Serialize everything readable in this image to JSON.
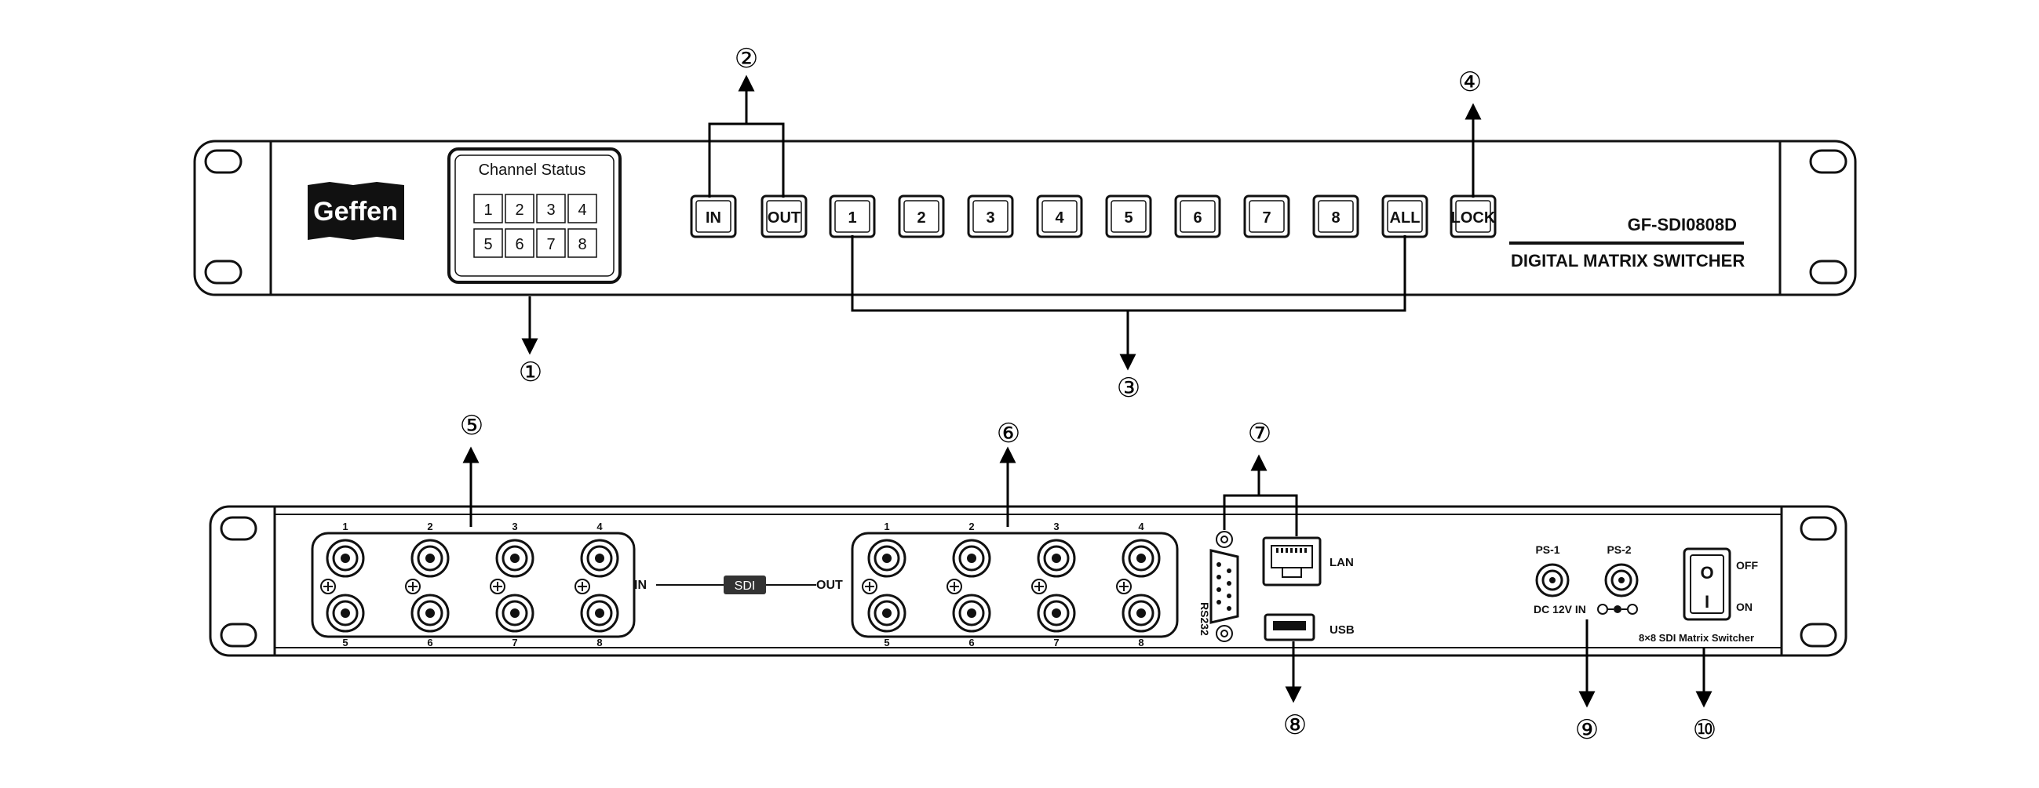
{
  "front_panel": {
    "logo": "Geffen",
    "channel_status": {
      "title": "Channel Status",
      "channels": [
        "1",
        "2",
        "3",
        "4",
        "5",
        "6",
        "7",
        "8"
      ]
    },
    "buttons": {
      "in": "IN",
      "out": "OUT",
      "numbers": [
        "1",
        "2",
        "3",
        "4",
        "5",
        "6",
        "7",
        "8"
      ],
      "all": "ALL",
      "lock": "LOCK"
    },
    "model": "GF-SDI0808D",
    "product_name": "DIGITAL MATRIX SWITCHER"
  },
  "rear_panel": {
    "sdi_label": "SDI",
    "in_label": "IN",
    "out_label": "OUT",
    "input_top_numbers": [
      "1",
      "2",
      "3",
      "4"
    ],
    "input_bottom_numbers": [
      "5",
      "6",
      "7",
      "8"
    ],
    "output_top_numbers": [
      "1",
      "2",
      "3",
      "4"
    ],
    "output_bottom_numbers": [
      "5",
      "6",
      "7",
      "8"
    ],
    "rs232_label": "RS232",
    "lan_label": "LAN",
    "usb_label": "USB",
    "ps1_label": "PS-1",
    "ps2_label": "PS-2",
    "dc_label": "DC 12V IN",
    "off_label": "OFF",
    "on_label": "ON",
    "switch_mark_off": "O",
    "switch_mark_on": "I",
    "product_label": "8×8 SDI Matrix Switcher"
  },
  "callouts": [
    "①",
    "②",
    "③",
    "④",
    "⑤",
    "⑥",
    "⑦",
    "⑧",
    "⑨",
    "⑩"
  ]
}
